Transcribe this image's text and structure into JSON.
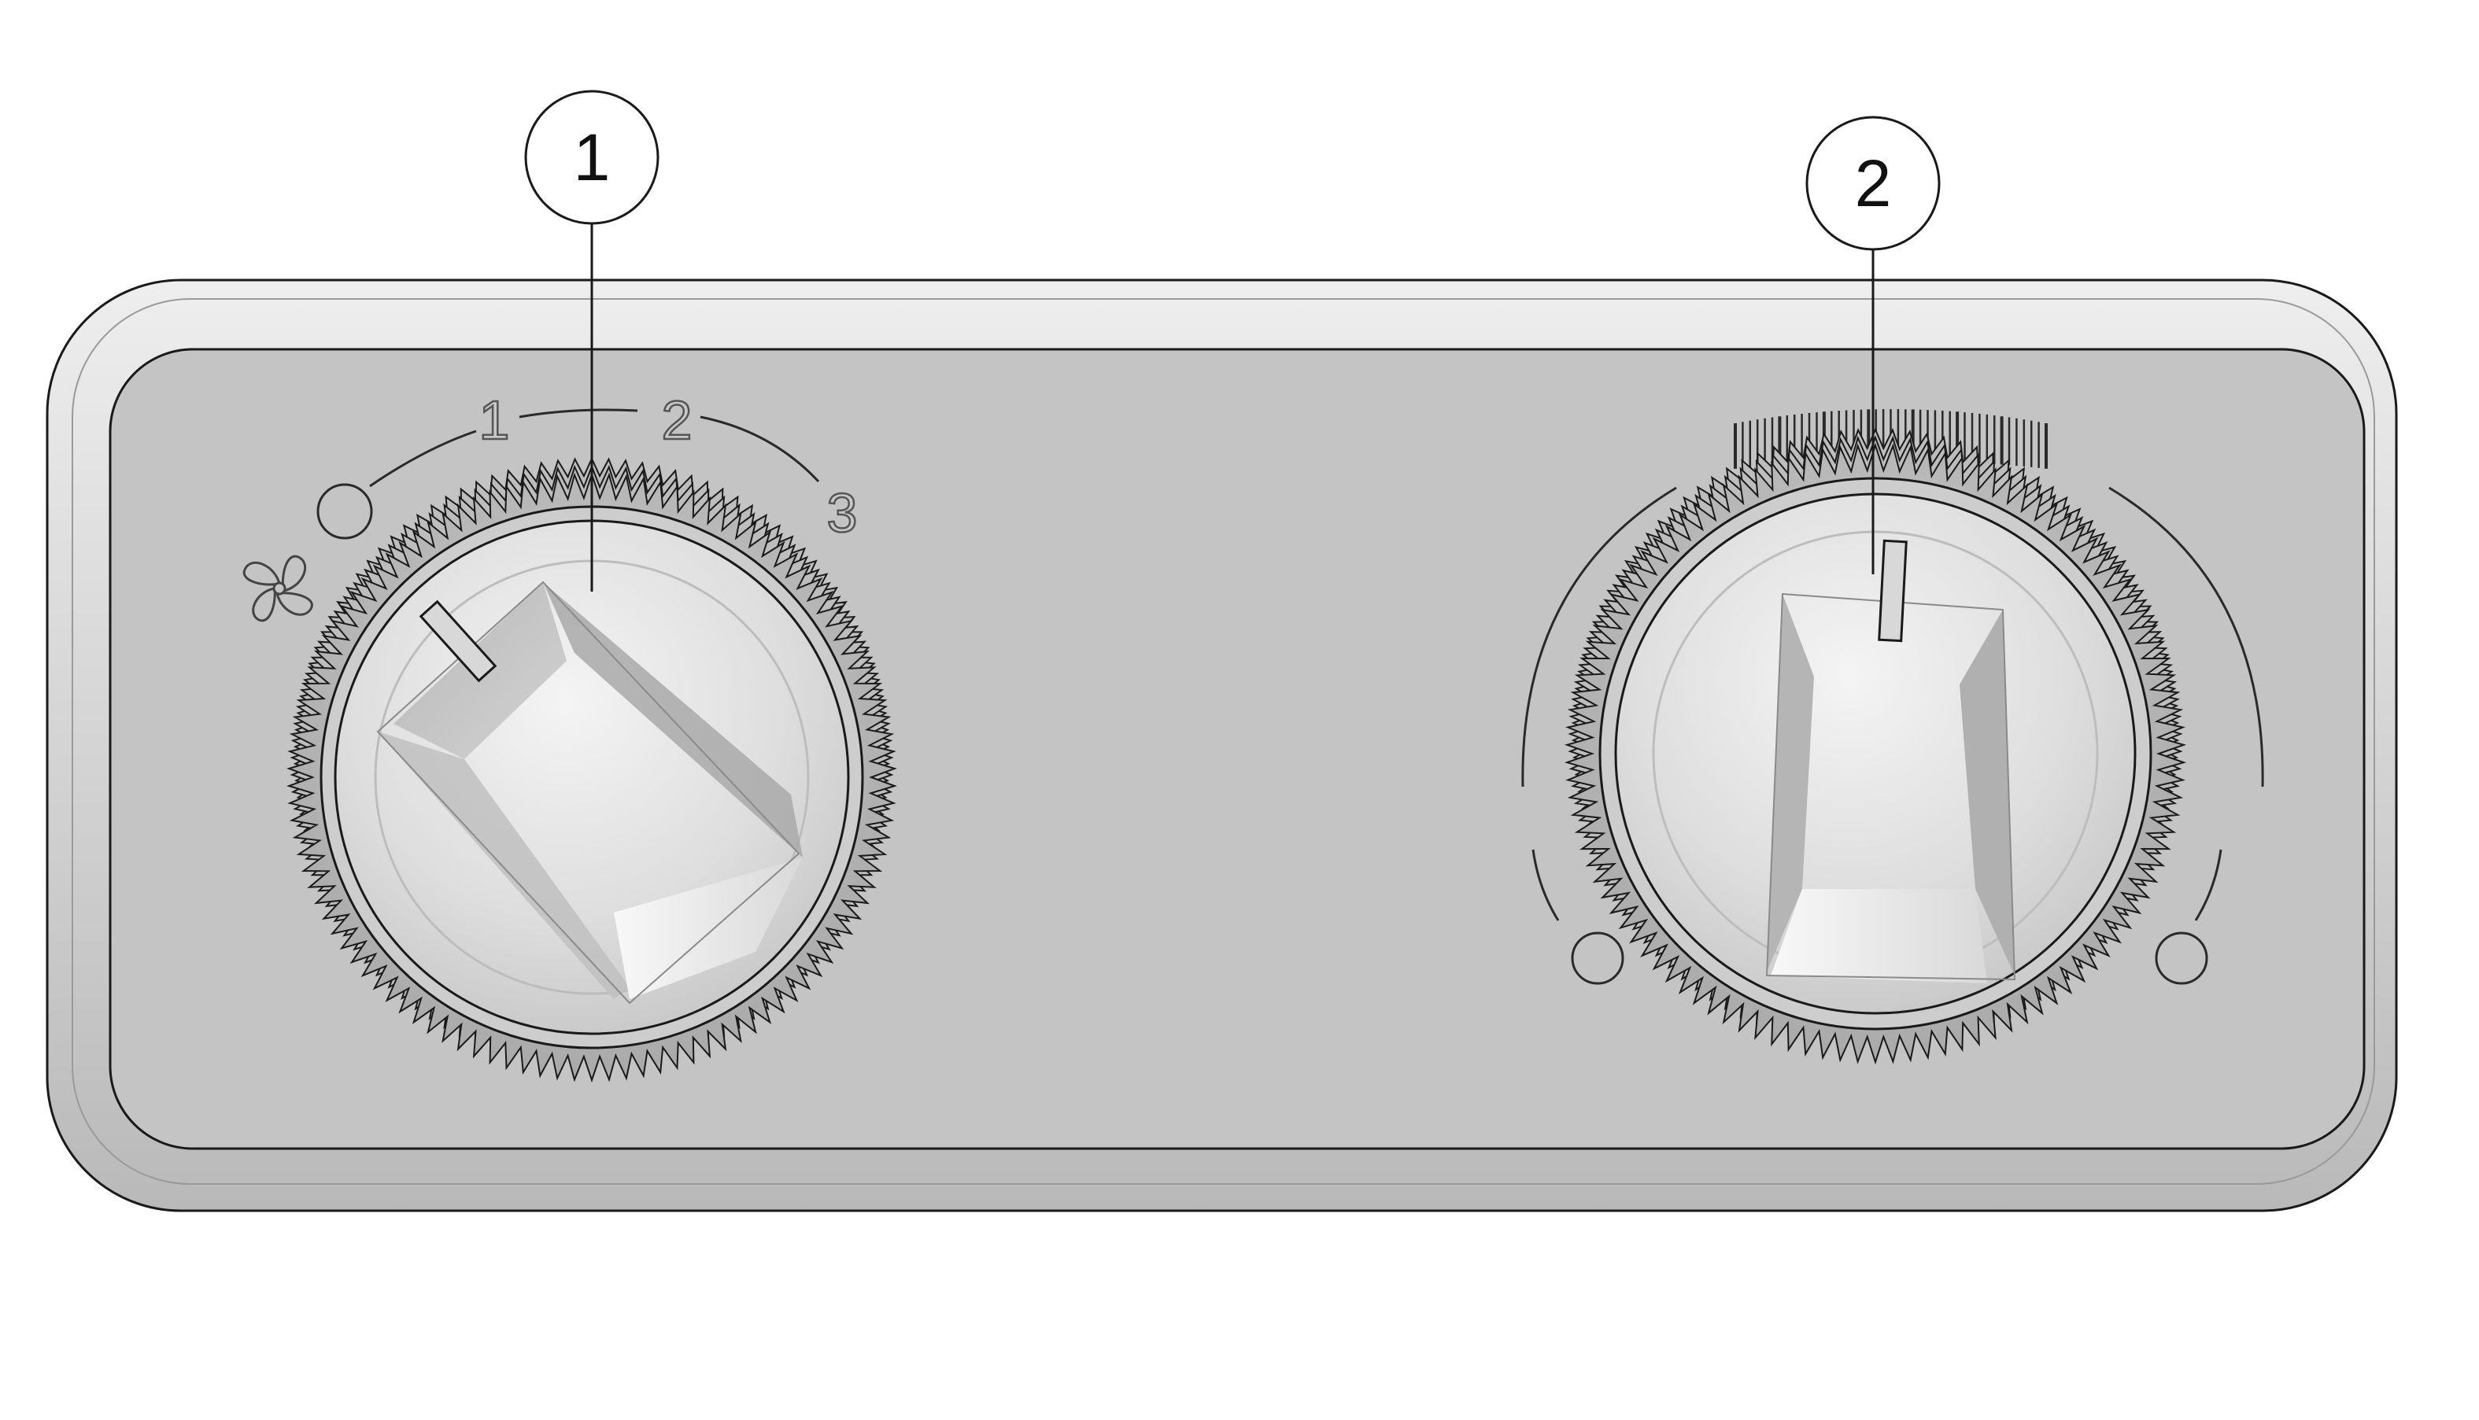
{
  "callouts": {
    "knob_1": "1",
    "knob_2": "2"
  },
  "fan_scale": {
    "icon": "fan-icon",
    "off_icon": "circle-off-icon",
    "speeds": [
      "1",
      "2",
      "3"
    ],
    "setting": "0"
  },
  "thermostat_scale": {
    "min_icon": "small-circle-icon",
    "max_icon": "small-circle-icon"
  },
  "colors": {
    "panel": "#c4c4c4",
    "panel_bezel": "#d9d9d9",
    "knob_face": "#dcdcdc",
    "outline": "#1a1a1a",
    "background": "#ffffff"
  }
}
